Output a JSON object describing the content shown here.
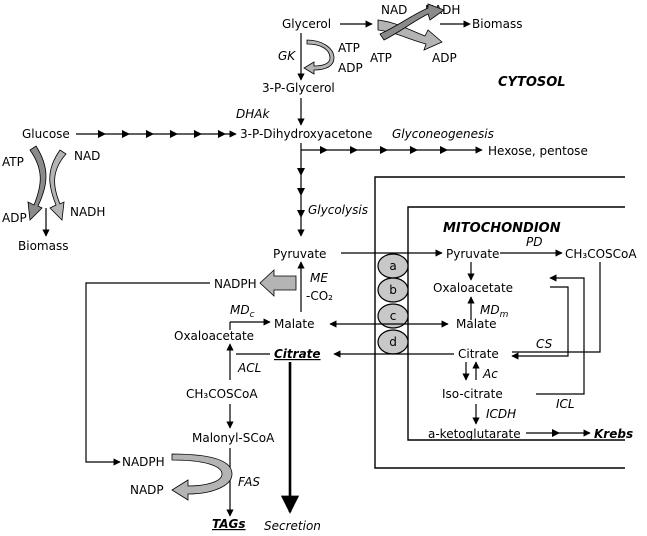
{
  "labels": {
    "glycerol": "Glycerol",
    "nad_top": "NAD",
    "nadh_top": "NADH",
    "biomass_top": "Biomass",
    "gk": "GK",
    "atp_gk": "ATP",
    "adp_gk": "ADP",
    "atp_top": "ATP",
    "adp_top": "ADP",
    "p3_glycerol": "3-P-Glycerol",
    "cytosol": "CYTOSOL",
    "dhak": "DHAk",
    "glucose": "Glucose",
    "p3_dha": "3-P-Dihydroxyacetone",
    "gluconeogenesis": "Glyconeogenesis",
    "hexose": "Hexose, pentose",
    "atp_left": "ATP",
    "nad_left": "NAD",
    "adp_left": "ADP",
    "nadh_left": "NADH",
    "biomass_left": "Biomass",
    "glycolysis": "Glycolysis",
    "mitochondion": "MITOCHONDION",
    "pyruvate_c": "Pyruvate",
    "pyruvate_m": "Pyruvate",
    "pd": "PD",
    "acetyl_m": "CH₃COSCoA",
    "nadph_top": "NADPH",
    "me": "ME",
    "co2": "-CO₂",
    "oaa_m": "Oxaloacetate",
    "mdc": "MD",
    "mdc_sub": "c",
    "mdm": "MD",
    "mdm_sub": "m",
    "oaa_c": "Oxaloacetate",
    "malate_c": "Malate",
    "malate_m": "Malate",
    "citrate_c": "Citrate",
    "citrate_m": "Citrate",
    "cs": "CS",
    "acl": "ACL",
    "ac": "Ac",
    "acetyl_c": "CH₃COSCoA",
    "isocitrate": "Iso-citrate",
    "icl": "ICL",
    "icdh": "ICDH",
    "akg": "a-ketoglutarate",
    "krebs": "Krebs",
    "malonyl": "Malonyl-SCoA",
    "nadph_bottom": "NADPH",
    "nadp": "NADP",
    "fas": "FAS",
    "tags": "TAGs",
    "secretion": "Secretion"
  },
  "transporters": [
    "a",
    "b",
    "c",
    "d"
  ],
  "colors": {
    "text": "#000000",
    "transporter_fill": "#c8c8c8",
    "arrow_fill": "#b4b4b4",
    "arrow_dark": "#8a8a8a"
  }
}
